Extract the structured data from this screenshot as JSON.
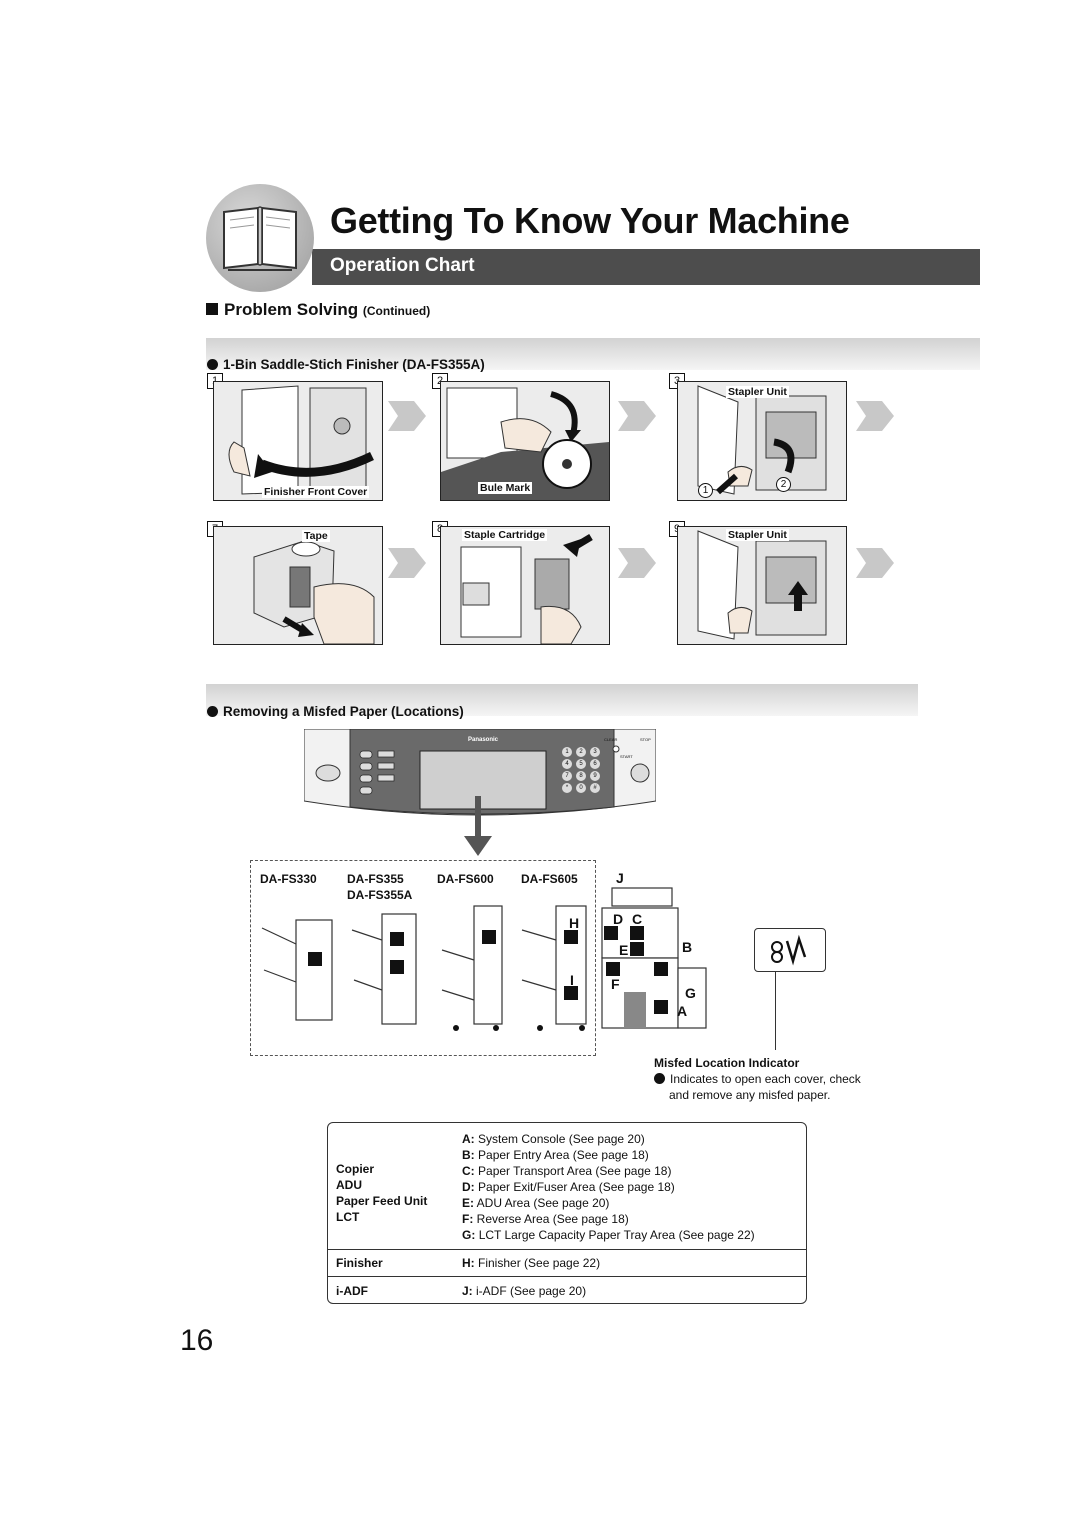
{
  "header": {
    "title": "Getting To Know Your Machine",
    "banner": "Operation Chart"
  },
  "section": {
    "title": "Problem Solving",
    "suffix": "(Continued)"
  },
  "finisher": {
    "heading": "1-Bin Saddle-Stich Finisher (DA-FS355A)",
    "steps": [
      {
        "num": "1",
        "labels": [
          "Finisher Front Cover"
        ]
      },
      {
        "num": "2",
        "labels": [
          "Bule Mark"
        ]
      },
      {
        "num": "3",
        "labels": [
          "Stapler Unit"
        ]
      },
      {
        "num": "7",
        "labels": [
          "Tape"
        ]
      },
      {
        "num": "8",
        "labels": [
          "Staple Cartridge"
        ]
      },
      {
        "num": "9",
        "labels": [
          "Stapler Unit"
        ]
      }
    ],
    "circled": [
      "1",
      "2"
    ]
  },
  "misfed": {
    "heading": "Removing a Misfed Paper (Locations)",
    "panel_brand": "Panasonic",
    "panel_labels": {
      "clear": "CLEAR",
      "stop": "STOP",
      "start": "START"
    },
    "keypad": [
      "1",
      "2",
      "3",
      "4",
      "5",
      "6",
      "7",
      "8",
      "9",
      "*",
      "0",
      "#"
    ],
    "models": [
      "DA-FS330",
      "DA-FS355",
      "DA-FS355A",
      "DA-FS600",
      "DA-FS605"
    ],
    "location_letters": [
      "J",
      "H",
      "D",
      "C",
      "E",
      "B",
      "I",
      "F",
      "G",
      "A"
    ],
    "indicator_title": "Misfed Location Indicator",
    "indicator_text_1": "Indicates to open each cover, check",
    "indicator_text_2": "and remove any misfed paper."
  },
  "table": {
    "group1_labels": [
      "Copier",
      "ADU",
      "Paper Feed Unit",
      "LCT"
    ],
    "group1_items": [
      {
        "key": "A:",
        "text": "System Console (See page 20)"
      },
      {
        "key": "B:",
        "text": "Paper Entry Area (See page 18)"
      },
      {
        "key": "C:",
        "text": "Paper Transport Area (See page 18)"
      },
      {
        "key": "D:",
        "text": "Paper Exit/Fuser Area (See page 18)"
      },
      {
        "key": "E:",
        "text": "ADU Area (See page 20)"
      },
      {
        "key": "F:",
        "text": "Reverse Area (See page 18)"
      },
      {
        "key": "G:",
        "text": "LCT Large Capacity Paper Tray Area (See page 22)"
      }
    ],
    "finisher_label": "Finisher",
    "finisher_item": {
      "key": "H:",
      "text": "Finisher (See page 22)"
    },
    "iadf_label": "i-ADF",
    "iadf_item": {
      "key": "J:",
      "text": "i-ADF (See page 20)"
    }
  },
  "page_number": "16"
}
